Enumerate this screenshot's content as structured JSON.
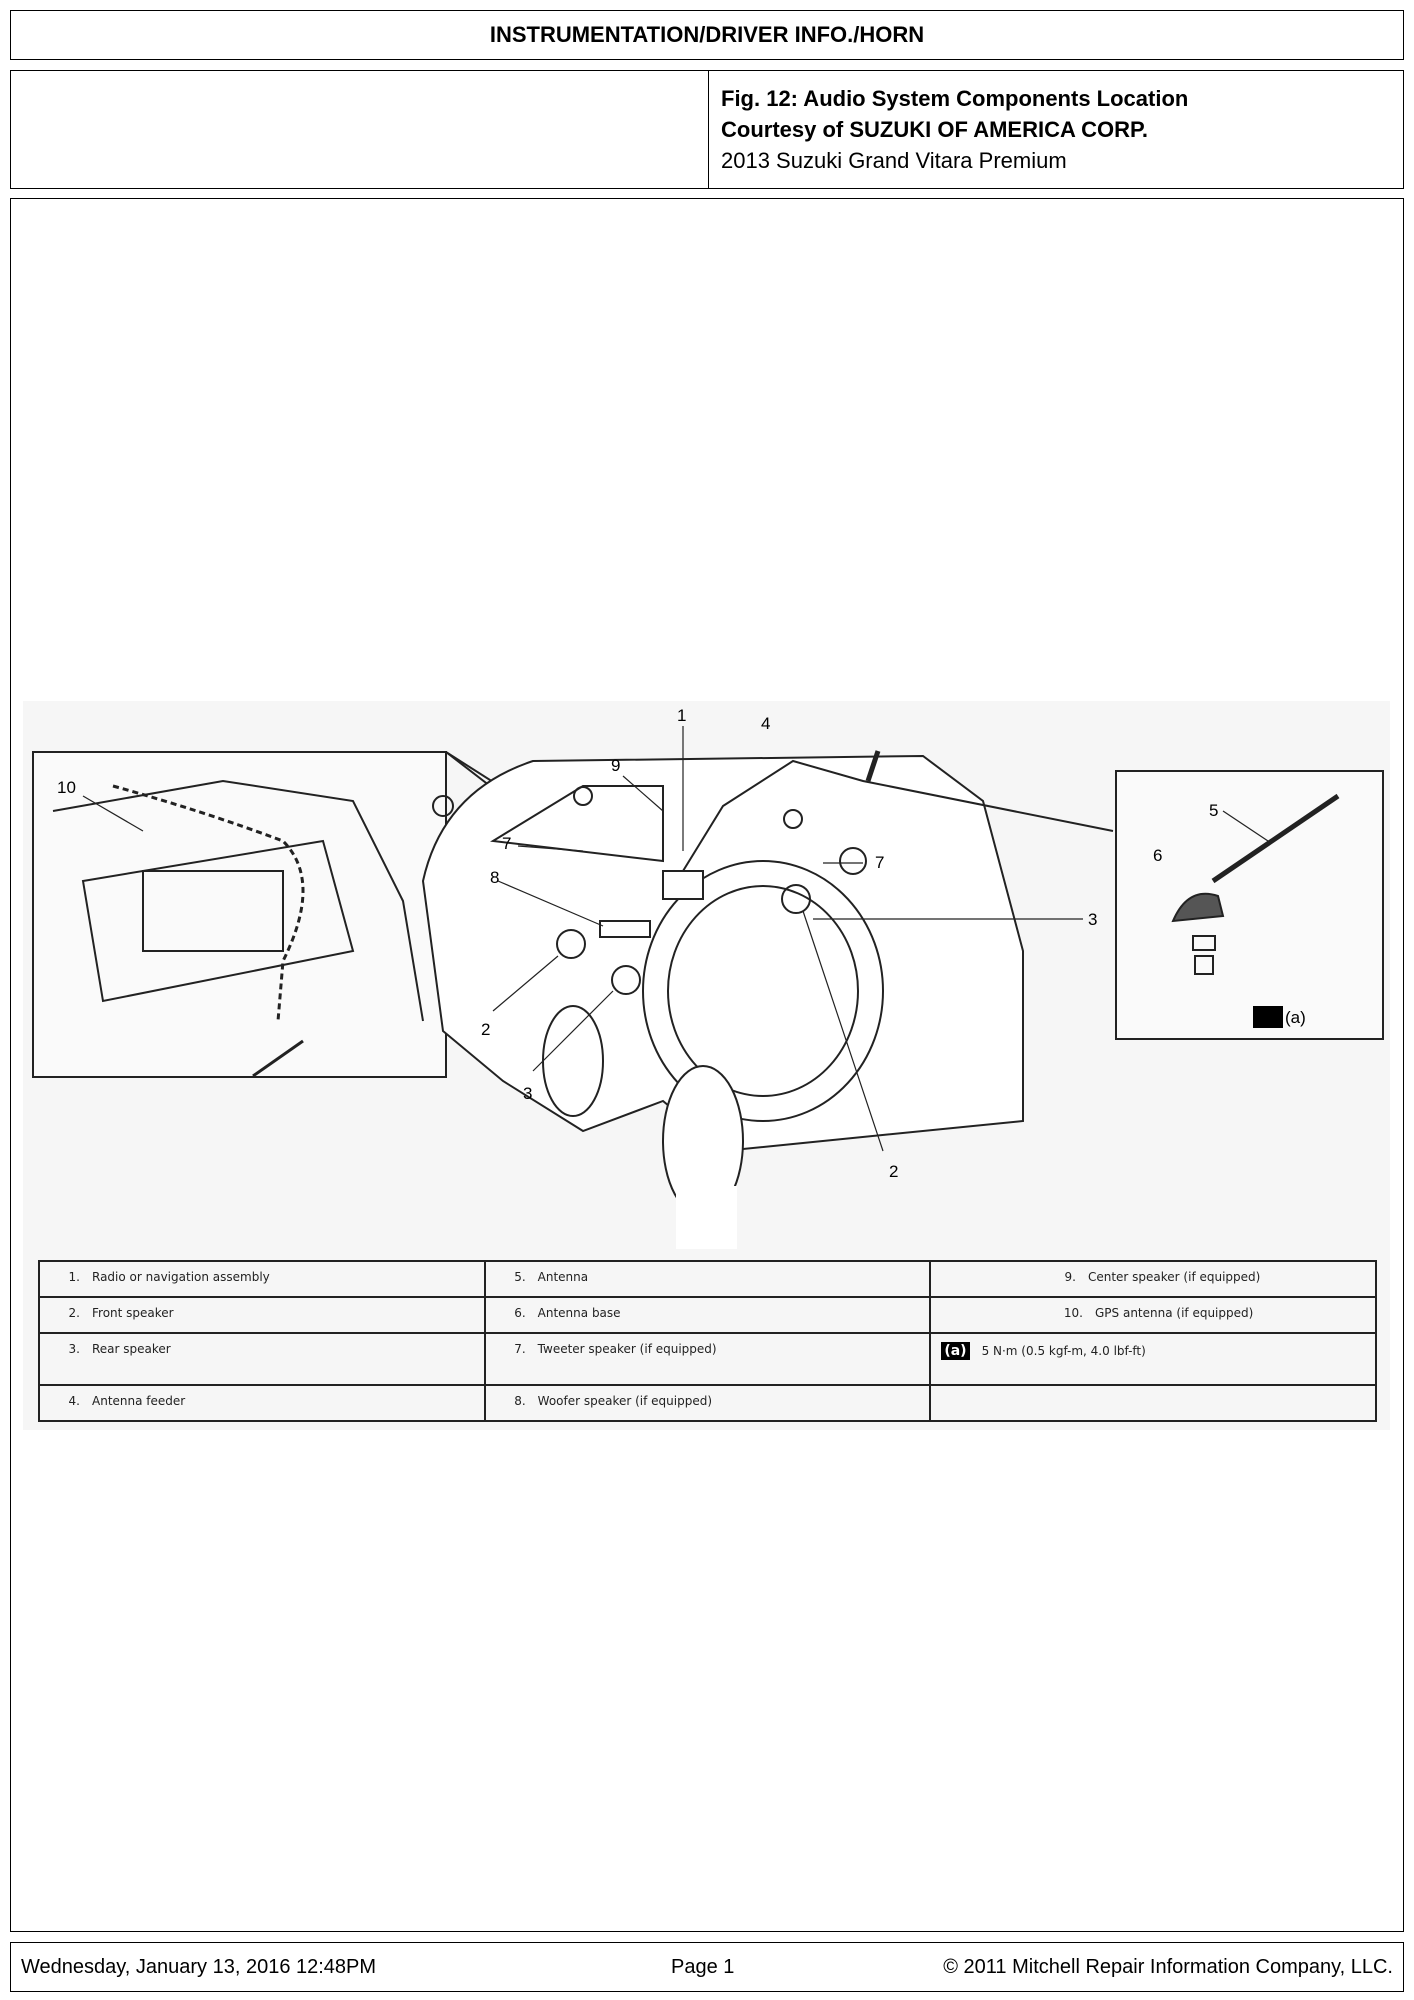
{
  "header": {
    "title": "INSTRUMENTATION/DRIVER INFO./HORN"
  },
  "caption": {
    "figure": "Fig. 12: Audio System Components Location",
    "courtesy": "Courtesy of SUZUKI OF AMERICA CORP.",
    "vehicle": "2013 Suzuki Grand Vitara Premium"
  },
  "figure": {
    "callouts": {
      "c1": "1",
      "c2a": "2",
      "c2b": "2",
      "c3a": "3",
      "c3b": "3",
      "c4": "4",
      "c5": "5",
      "c6": "6",
      "c7a": "7",
      "c7b": "7",
      "c8": "8",
      "c9": "9",
      "c10": "10",
      "torque_mark": "(a)"
    },
    "legend": {
      "rows": [
        [
          {
            "n": "1.",
            "t": "Radio or navigation assembly"
          },
          {
            "n": "5.",
            "t": "Antenna"
          },
          {
            "n": "9.",
            "t": "Center speaker (if equipped)"
          }
        ],
        [
          {
            "n": "2.",
            "t": "Front speaker"
          },
          {
            "n": "6.",
            "t": "Antenna base"
          },
          {
            "n": "10.",
            "t": "GPS antenna (if equipped)"
          }
        ],
        [
          {
            "n": "3.",
            "t": "Rear speaker"
          },
          {
            "n": "7.",
            "t": "Tweeter speaker (if equipped)"
          },
          {
            "n": "(a)",
            "t": "5 N·m (0.5 kgf-m, 4.0 lbf-ft)"
          }
        ],
        [
          {
            "n": "4.",
            "t": "Antenna feeder"
          },
          {
            "n": "8.",
            "t": "Woofer speaker (if equipped)"
          },
          {
            "n": "",
            "t": ""
          }
        ]
      ]
    }
  },
  "footer": {
    "date": "Wednesday, January 13, 2016  12:48PM",
    "page": "Page 1",
    "copyright": "© 2011 Mitchell Repair Information Company, LLC."
  }
}
